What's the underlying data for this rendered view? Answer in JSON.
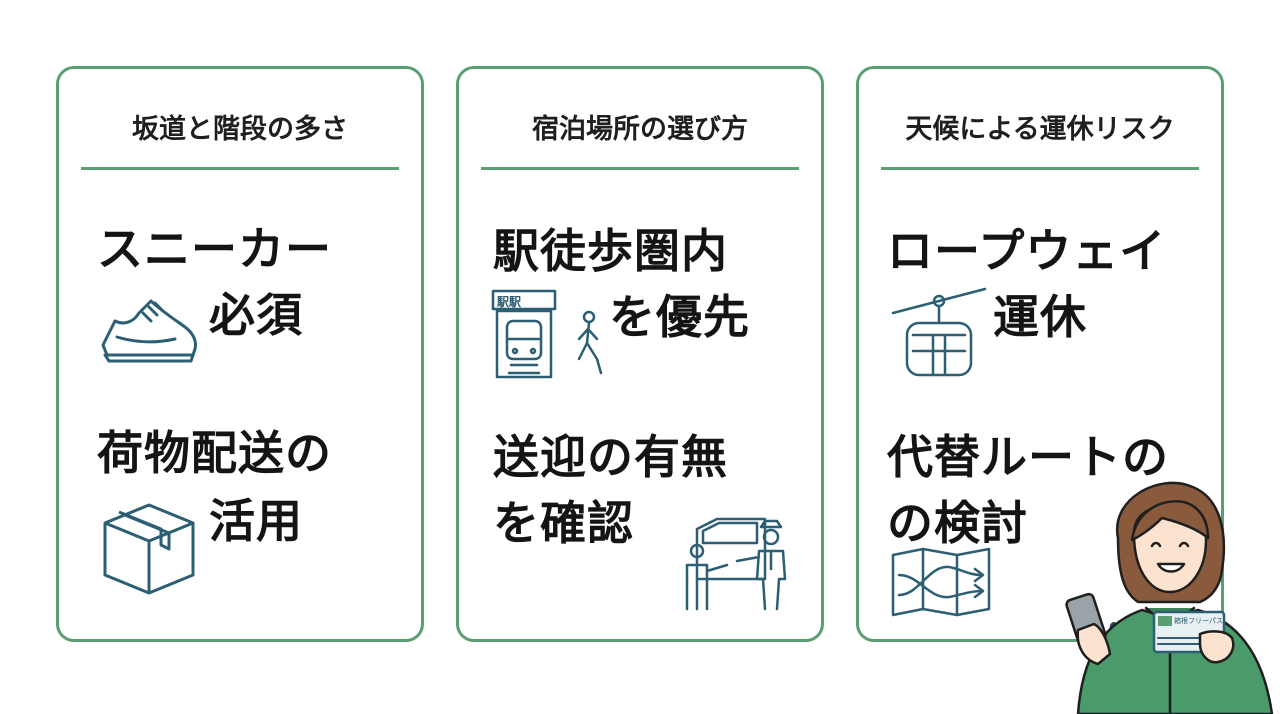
{
  "cards": [
    {
      "title": "坂道と階段の多さ",
      "tips": [
        {
          "line1": "スニーカー",
          "line2": "必須",
          "icon": "sneaker-icon"
        },
        {
          "line1": "荷物配送の",
          "line2": "活用",
          "icon": "package-box-icon"
        }
      ]
    },
    {
      "title": "宿泊場所の選び方",
      "tips": [
        {
          "line1": "駅徒歩圏内",
          "line2": "を優先",
          "icon": "station-walking-icon",
          "sign": "駅駅"
        },
        {
          "line1": "送迎の有無",
          "line2": "を確認",
          "icon": "shuttle-pickup-icon"
        }
      ]
    },
    {
      "title": "天候による運休リスク",
      "tips": [
        {
          "line1": "ロープウェイ",
          "line2": "運休",
          "icon": "ropeway-gondola-icon"
        },
        {
          "line1": "代替ルートの",
          "line2": "の検討",
          "icon": "route-map-icon"
        }
      ]
    }
  ],
  "colors": {
    "accent": "#5a9e74",
    "icon_stroke": "#2c5f74",
    "jacket": "#4a9a6a",
    "text": "#141414"
  },
  "illustration": {
    "name": "traveler-with-phone-and-ticket",
    "ticket_text": "箱根フリーパス"
  }
}
